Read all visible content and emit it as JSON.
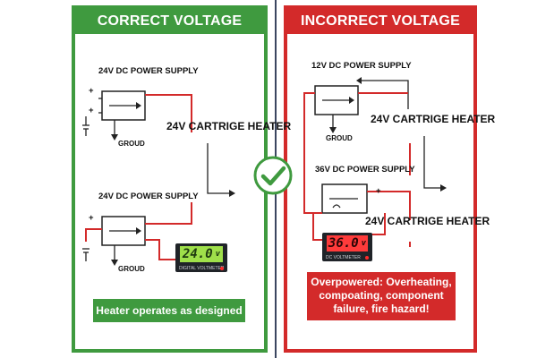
{
  "left_panel": {
    "title": "CORRECT VOLTAGE",
    "supply_top_label": "24V DC POWER SUPPLY",
    "heater_label": "24V CARTRIGE HEATER",
    "ground_top_label": "GROUD",
    "supply_bottom_label": "24V DC POWER SUPPLY",
    "ground_bottom_label": "GROUD",
    "meter_reading": "24.0",
    "meter_unit": "v",
    "meter_brand": "DIGITAL VOLTMETER",
    "plus_sign": "+",
    "result": "Heater operates as designed"
  },
  "right_panel": {
    "title": "INCORRECT VOLTAGE",
    "supply_top_label": "12V DC POWER SUPPLY",
    "heater_top_label": "24V CARTRIGE HEATER",
    "ground_label": "GROUD",
    "supply_bottom_label": "36V DC POWER SUPPLY",
    "heater_bottom_label": "24V CARTRIGE HEATER",
    "meter_reading": "36.0",
    "meter_unit": "v",
    "meter_brand": "DC VOLTMETER",
    "plus_sign": "+",
    "result": "Overpowered: Overheating, compoating, component failure, fire hazard!"
  },
  "colors": {
    "correct": "#3f9a3f",
    "incorrect": "#d32a2a",
    "wire": "#d32a2a",
    "line": "#222222"
  },
  "icons": [
    "check-icon",
    "ground-icon",
    "arrow-icon"
  ]
}
